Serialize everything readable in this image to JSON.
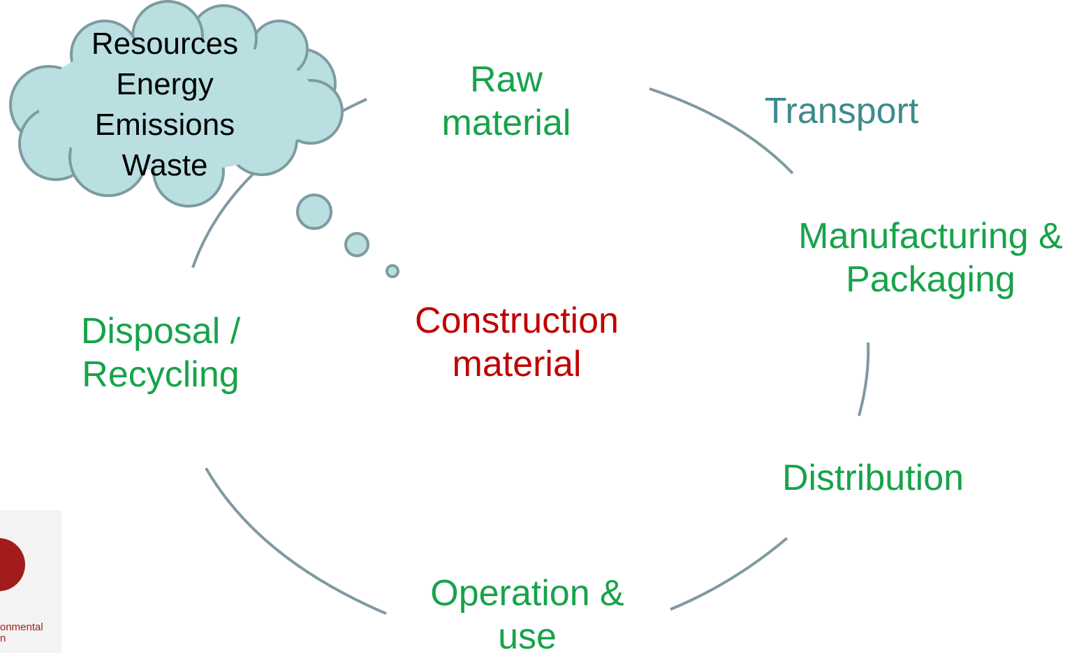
{
  "cloud": {
    "lines": [
      "Resources",
      "Energy",
      "Emissions",
      "Waste"
    ]
  },
  "stages": {
    "raw_material": "Raw\nmaterial",
    "transport": "Transport",
    "manufacturing": "Manufacturing &\nPackaging",
    "distribution": "Distribution",
    "operation": "Operation &\nuse",
    "disposal": "Disposal /\nRecycling"
  },
  "center": "Construction\nmaterial",
  "logo": {
    "text_lines": [
      "onmental",
      "n"
    ]
  },
  "colors": {
    "stage_green": "#17a34a",
    "transport_teal": "#3d8a8e",
    "center_red": "#c00000",
    "arc_gray": "#7f9aa0",
    "cloud_fill": "#b9dfe1",
    "cloud_stroke": "#7d9ba1",
    "logo_red": "#a21c1c"
  }
}
